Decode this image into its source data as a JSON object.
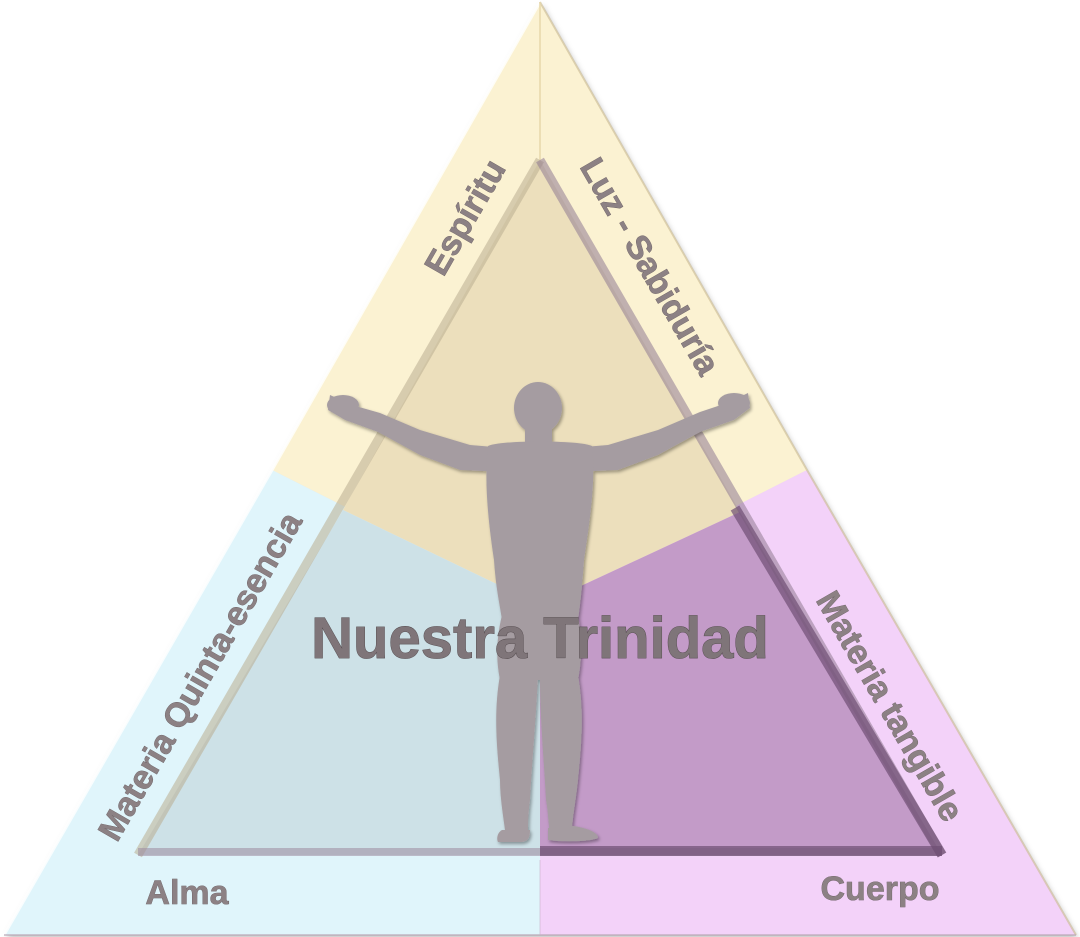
{
  "title": "Nuestra Trinidad",
  "labels": {
    "top_left_edge": "Espíritu",
    "top_right_edge": "Luz - Sabiduría",
    "left_edge": "Materia Quinta-esencia",
    "right_edge": "Materia tangible",
    "bottom_left": "Alma",
    "bottom_right": "Cuerpo"
  },
  "colors": {
    "top_section": "#fbf2d2",
    "left_section": "#e0f5fb",
    "right_section": "#f3d2f9",
    "inner_top": "#ecdfbc",
    "inner_left": "#cde1e7",
    "inner_right": "#c39bc8",
    "figure": "#a59ca1",
    "text": "#8c8184"
  },
  "figure_icon": "human-silhouette-icon"
}
